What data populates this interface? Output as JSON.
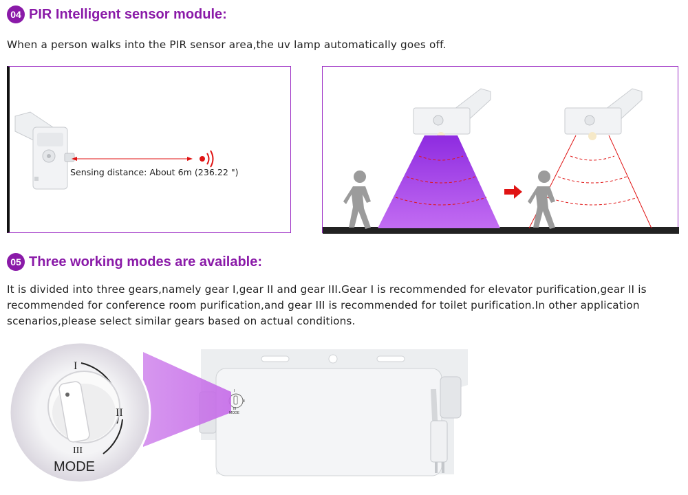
{
  "section4": {
    "number": "04",
    "title": "PIR Intelligent sensor module:",
    "description": "When a person walks into the PIR sensor area,the uv lamp automatically goes off.",
    "sensing_label": "Sensing distance: About 6m (236.22 \")"
  },
  "section5": {
    "number": "05",
    "title": "Three working modes are available:",
    "lines": [
      "It is divided into three gears,namely gear I,gear II and gear III.Gear I is recommended for elevator purification,gear II is",
      "recommended for conference room purification,and gear III is recommended for toilet purification.In other application",
      "scenarios,please select similar gears based on actual conditions."
    ],
    "dial": {
      "gear1": "I",
      "gear2": "II",
      "gear3": "III",
      "mode_label": "MODE"
    }
  },
  "colors": {
    "accent": "#8a1aa8",
    "uv_purple": "#b63be8",
    "signal_red": "#e01414"
  }
}
